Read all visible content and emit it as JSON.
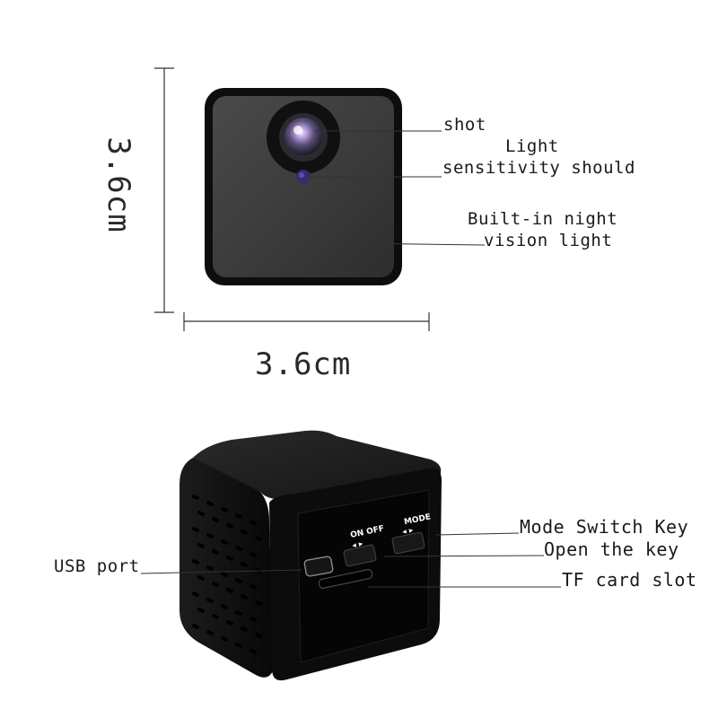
{
  "top_view": {
    "width_label": "3.6cm",
    "height_label": "3.6cm",
    "callouts": {
      "shot": "shot",
      "light_sensor_line1": "Light",
      "light_sensor_line2": "sensitivity should",
      "night_light_line1": "Built-in night",
      "night_light_line2": "vision light"
    }
  },
  "side_view": {
    "switch_onoff": "ON OFF",
    "switch_mode": "MODE",
    "callouts": {
      "mode_switch": "Mode Switch Key",
      "open_key": "Open the key",
      "tf_slot": "TF card slot",
      "usb_port": "USB port"
    }
  },
  "colors": {
    "device_body": "#0d0d0d",
    "device_face": "#3a3a3a",
    "lens_ring": "#111111",
    "ir_led": "#3b2a6e"
  }
}
